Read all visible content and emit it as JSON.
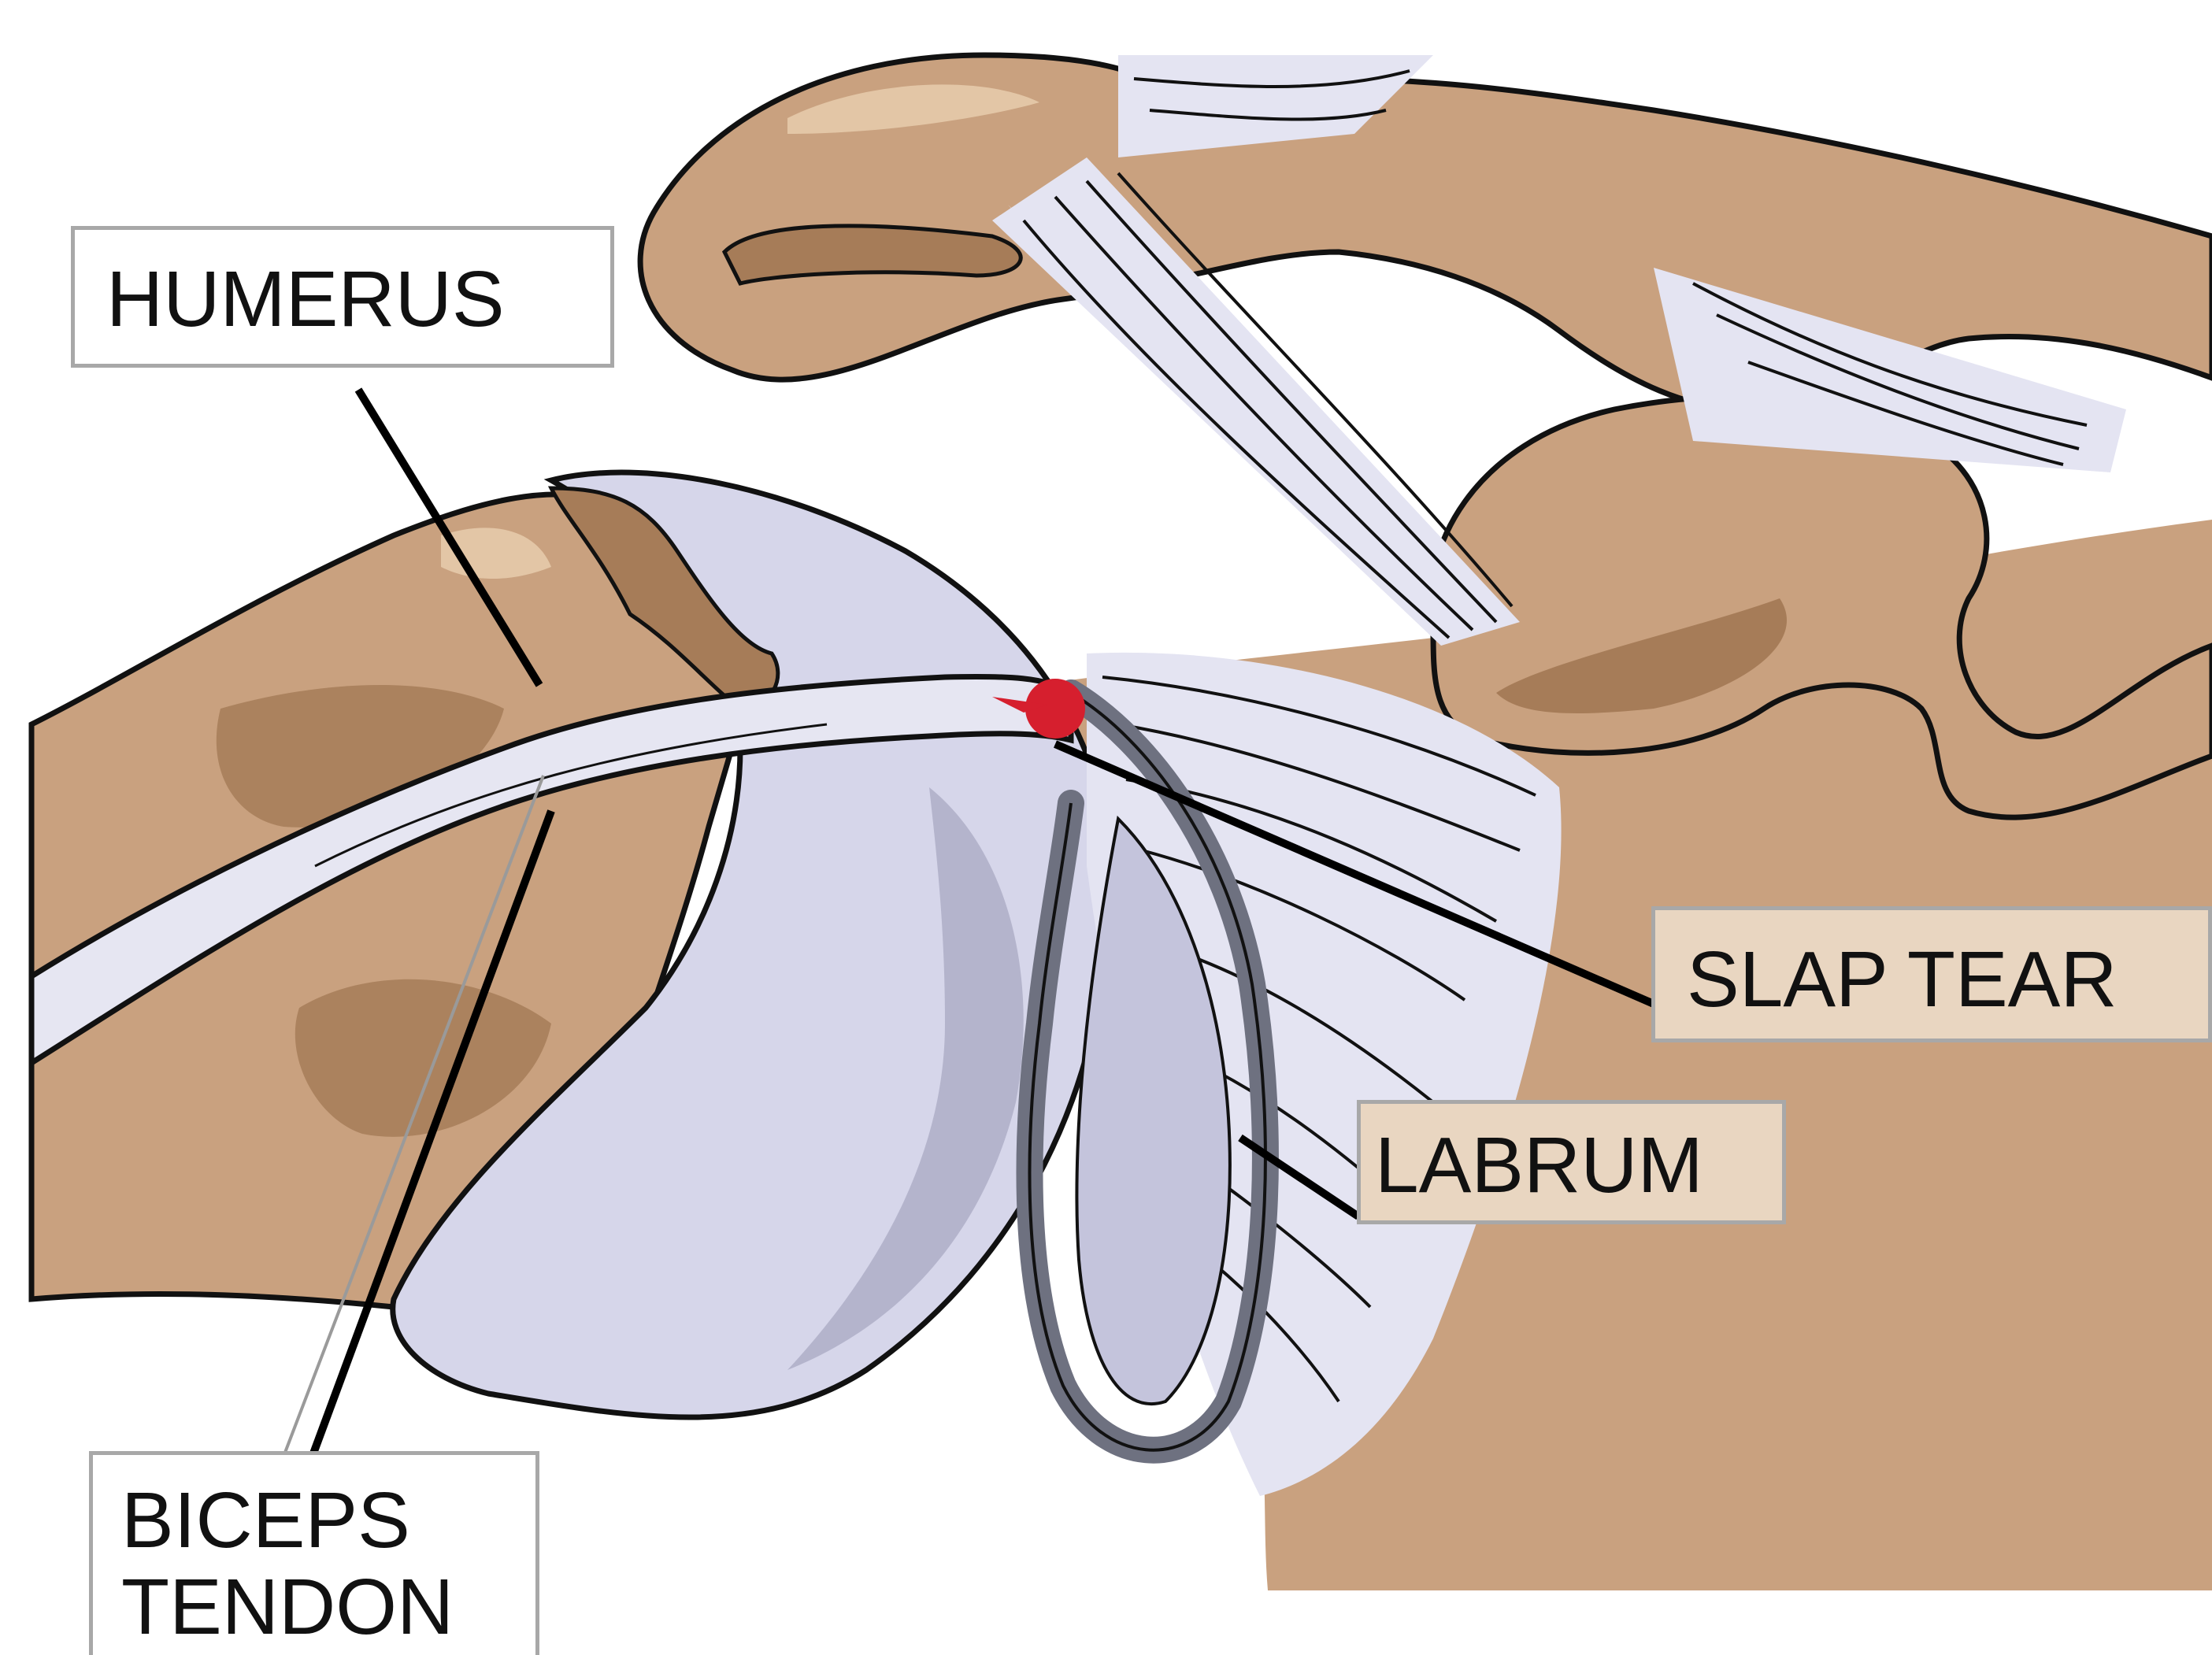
{
  "labels": {
    "humerus": "HUMERUS",
    "slap_tear": "SLAP TEAR",
    "labrum": "LABRUM",
    "biceps_line1": "BICEPS",
    "biceps_line2": "TENDON"
  },
  "colors": {
    "bone": "#c9a17f",
    "bone_shadow": "#a67c58",
    "bone_highlight": "#e3c6a6",
    "cartilage": "#d6d6ea",
    "cartilage_shadow": "#b4b4cc",
    "labrum": "#6e7180",
    "tear": "#d61f2e",
    "outline": "#111111",
    "leader": "#000000",
    "label_box_border": "#a8a8a8"
  }
}
